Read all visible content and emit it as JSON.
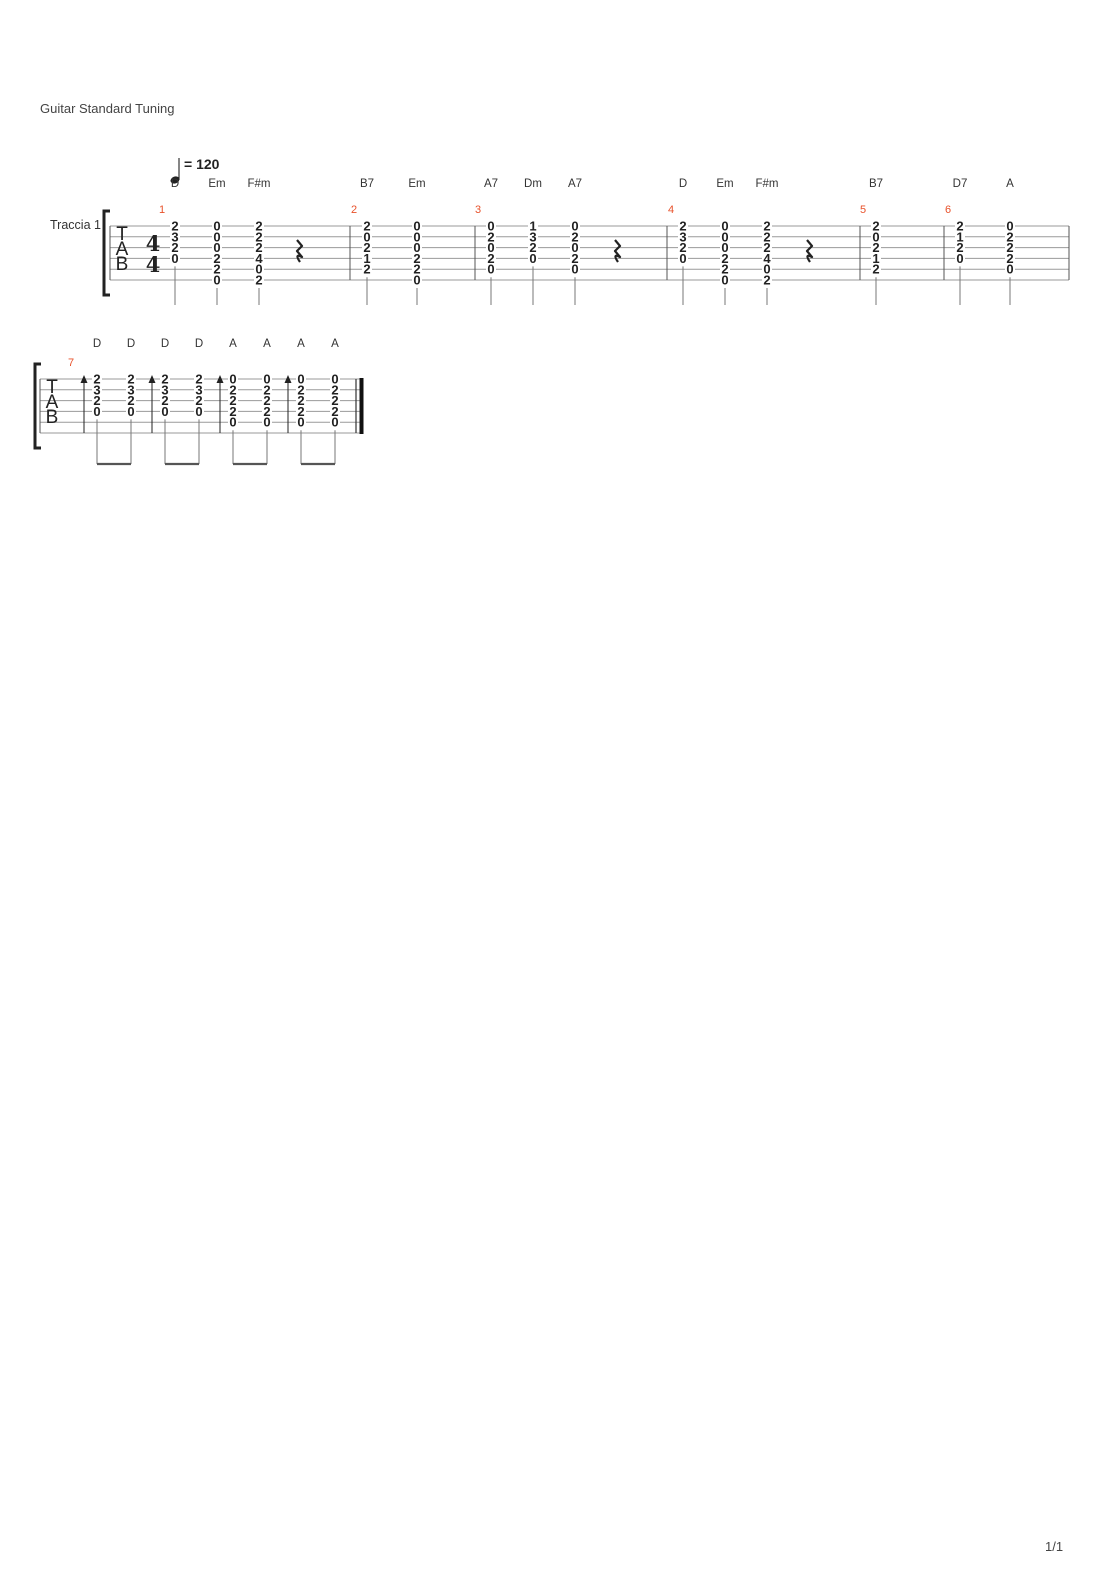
{
  "header": {
    "tuning": "Guitar Standard Tuning"
  },
  "footer": {
    "page": "1/1"
  },
  "score": {
    "track_name": "Traccia 1",
    "tempo": "= 120",
    "time_signature": {
      "top": "4",
      "bottom": "4"
    },
    "tab_letters": [
      "T",
      "A",
      "B"
    ],
    "systems": [
      {
        "measures": [
          {
            "number": "1",
            "beats": [
              {
                "chord": "D",
                "frets": [
                  "2",
                  "3",
                  "2",
                  "0",
                  "",
                  ""
                ]
              },
              {
                "chord": "Em",
                "frets": [
                  "0",
                  "0",
                  "0",
                  "2",
                  "2",
                  "0"
                ]
              },
              {
                "chord": "F#m",
                "frets": [
                  "2",
                  "2",
                  "2",
                  "4",
                  "0",
                  "2"
                ]
              },
              {
                "rest": "quarter"
              }
            ]
          },
          {
            "number": "2",
            "beats": [
              {
                "chord": "B7",
                "frets": [
                  "2",
                  "0",
                  "2",
                  "1",
                  "2",
                  ""
                ]
              },
              {
                "chord": "Em",
                "frets": [
                  "0",
                  "0",
                  "0",
                  "2",
                  "2",
                  "0"
                ]
              }
            ]
          },
          {
            "number": "3",
            "beats": [
              {
                "chord": "A7",
                "frets": [
                  "0",
                  "2",
                  "0",
                  "2",
                  "0",
                  ""
                ]
              },
              {
                "chord": "Dm",
                "frets": [
                  "1",
                  "3",
                  "2",
                  "0",
                  "",
                  ""
                ]
              },
              {
                "chord": "A7",
                "frets": [
                  "0",
                  "2",
                  "0",
                  "2",
                  "0",
                  ""
                ]
              },
              {
                "rest": "quarter"
              }
            ]
          },
          {
            "number": "4",
            "beats": [
              {
                "chord": "D",
                "frets": [
                  "2",
                  "3",
                  "2",
                  "0",
                  "",
                  ""
                ]
              },
              {
                "chord": "Em",
                "frets": [
                  "0",
                  "0",
                  "0",
                  "2",
                  "2",
                  "0"
                ]
              },
              {
                "chord": "F#m",
                "frets": [
                  "2",
                  "2",
                  "2",
                  "4",
                  "0",
                  "2"
                ]
              },
              {
                "rest": "quarter"
              }
            ]
          },
          {
            "number": "5",
            "beats": [
              {
                "chord": "B7",
                "frets": [
                  "2",
                  "0",
                  "2",
                  "1",
                  "2",
                  ""
                ]
              }
            ]
          },
          {
            "number": "6",
            "beats": [
              {
                "chord": "D7",
                "frets": [
                  "2",
                  "1",
                  "2",
                  "0",
                  "",
                  ""
                ]
              },
              {
                "chord": "A",
                "frets": [
                  "0",
                  "2",
                  "2",
                  "2",
                  "0",
                  ""
                ]
              }
            ]
          }
        ]
      },
      {
        "measures": [
          {
            "number": "7",
            "beats": [
              {
                "chord": "D",
                "frets": [
                  "2",
                  "3",
                  "2",
                  "0",
                  "",
                  ""
                ],
                "stroke": "up"
              },
              {
                "chord": "D",
                "frets": [
                  "2",
                  "3",
                  "2",
                  "0",
                  "",
                  ""
                ]
              },
              {
                "chord": "D",
                "frets": [
                  "2",
                  "3",
                  "2",
                  "0",
                  "",
                  ""
                ],
                "stroke": "up"
              },
              {
                "chord": "D",
                "frets": [
                  "2",
                  "3",
                  "2",
                  "0",
                  "",
                  ""
                ]
              },
              {
                "chord": "A",
                "frets": [
                  "0",
                  "2",
                  "2",
                  "2",
                  "0",
                  ""
                ],
                "stroke": "up"
              },
              {
                "chord": "A",
                "frets": [
                  "0",
                  "2",
                  "2",
                  "2",
                  "0",
                  ""
                ]
              },
              {
                "chord": "A",
                "frets": [
                  "0",
                  "2",
                  "2",
                  "2",
                  "0",
                  ""
                ],
                "stroke": "up"
              },
              {
                "chord": "A",
                "frets": [
                  "0",
                  "2",
                  "2",
                  "2",
                  "0",
                  ""
                ]
              }
            ]
          }
        ]
      }
    ]
  }
}
